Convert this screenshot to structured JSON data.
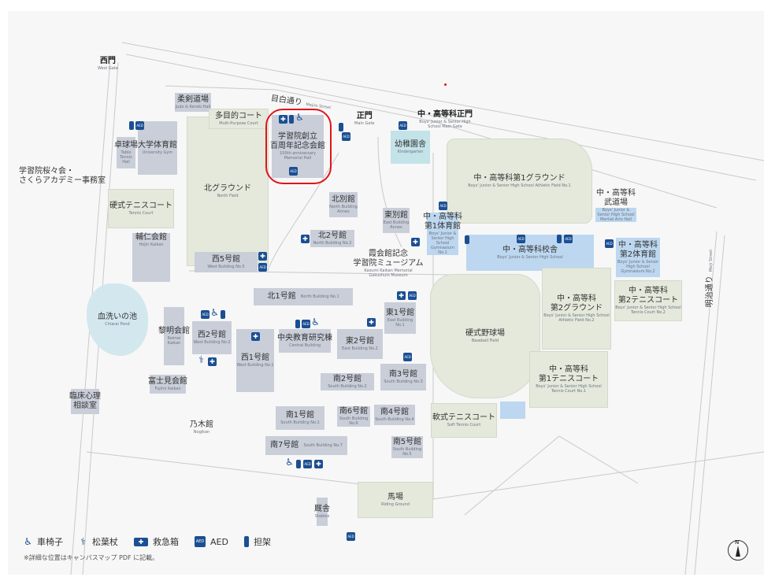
{
  "colors": {
    "building": "#c9ced9",
    "field": "#e4e9dc",
    "school": "#bcd7ef",
    "icon": "#1b4f93",
    "highlight": "#e0141a"
  },
  "streets": {
    "mejiro": {
      "jp": "目白通り",
      "en": "Mejiro Street"
    },
    "meiji": {
      "jp": "明治通り",
      "en": "Meiji Street"
    }
  },
  "gates": {
    "west": {
      "jp": "西門",
      "en": "West Gate"
    },
    "main": {
      "jp": "正門",
      "en": "Main Gate"
    },
    "boys": {
      "jp": "中・高等科正門",
      "en": "Boys' Junior & Senior High School Main Gate"
    }
  },
  "places": {
    "judo": {
      "jp": "柔剣道場",
      "en": "Judo & Kendo Hall"
    },
    "multi": {
      "jp": "多目的コート",
      "en": "Multi-Purpose Court"
    },
    "northfield": {
      "jp": "北グラウンド",
      "en": "North Field"
    },
    "memorial": {
      "jp1": "学習院創立",
      "jp2": "百周年記念会館",
      "en": "100th anniversary Memorial Hall"
    },
    "tabletennis": {
      "jp": "卓球場",
      "en": "Table Tennis Hall"
    },
    "gym": {
      "jp": "大学体育館",
      "en": "University Gym"
    },
    "office": {
      "jp1": "学習院桜々会・",
      "jp2": "さくらアカデミー事務室"
    },
    "tennis": {
      "jp": "硬式テニスコート",
      "en": "Tennis Court"
    },
    "hojin": {
      "jp": "輔仁会館",
      "en": "Hojin Kaikan"
    },
    "west5": {
      "jp": "西5号館",
      "en": "West Building No.5"
    },
    "northannex": {
      "jp": "北別館",
      "en": "North Building Annex"
    },
    "north2": {
      "jp": "北2号館",
      "en": "North Building No.2"
    },
    "eastannex": {
      "jp": "東別館",
      "en": "East Building Annex"
    },
    "museum": {
      "jp1": "霞会館記念",
      "jp2": "学習院ミュージアム",
      "en": "Kasumi Kaikan Memorial Gakushuin Museum"
    },
    "kinder": {
      "jp": "幼稚園舎",
      "en": "Kindergarten"
    },
    "field1": {
      "jp": "中・高等科第1グラウンド",
      "en": "Boys' Junior & Senior High School Athletic Field No.1"
    },
    "gym1": {
      "jp1": "中・高等科",
      "jp2": "第1体育館",
      "en": "Boys' Junior & Senior High School Gymnasium No.1"
    },
    "school": {
      "jp": "中・高等科校舎",
      "en": "Boys' Junior & Senior High School"
    },
    "budo": {
      "jp1": "中・高等科",
      "jp2": "武道場",
      "en": "Boys' Junior & Senior High School Martial Arts Hall"
    },
    "gym2": {
      "jp1": "中・高等科",
      "jp2": "第2体育館",
      "en": "Boys' Junior & Senior High School Gymnasium No.2"
    },
    "tennis2": {
      "jp1": "中・高等科",
      "jp2": "第2テニスコート",
      "en": "Boys' Junior & Senior High School Tennis Court No.2"
    },
    "baseball": {
      "jp": "硬式野球場",
      "en": "Baseball Field"
    },
    "field2": {
      "jp1": "中・高等科",
      "jp2": "第2グラウンド",
      "en": "Boys' Junior & Senior High School Athletic Field No.2"
    },
    "tennis1": {
      "jp1": "中・高等科",
      "jp2": "第1テニスコート",
      "en": "Boys' Junior & Senior High School Tennis Court No.1"
    },
    "softtennis": {
      "jp": "軟式テニスコート",
      "en": "Soft Tennis Court"
    },
    "pond": {
      "jp": "血洗いの池",
      "en": "Chiarai Pond"
    },
    "reimei": {
      "jp": "黎明会館",
      "en": "Reimei Kaikan"
    },
    "west2": {
      "jp": "西2号館",
      "en": "West Building No.2"
    },
    "west1": {
      "jp": "西1号館",
      "en": "West Building No.1"
    },
    "fujimi": {
      "jp": "富士見会館",
      "en": "Fujimi Kaikan"
    },
    "rinsho": {
      "jp1": "臨床心理",
      "jp2": "相談室"
    },
    "nogi": {
      "jp": "乃木館",
      "en": "Nogikan"
    },
    "north1": {
      "jp": "北1号館",
      "en": "North Building No.1"
    },
    "central": {
      "jp": "中央教育研究棟",
      "en": "Central Building"
    },
    "east2": {
      "jp": "東2号館",
      "en": "East Building No.2"
    },
    "east1": {
      "jp": "東1号館",
      "en": "East Building No.1"
    },
    "south2": {
      "jp": "南2号館",
      "en": "South Building No.2"
    },
    "south3": {
      "jp": "南3号館",
      "en": "South Building No.3"
    },
    "south1": {
      "jp": "南1号館",
      "en": "South Building No.1"
    },
    "south6": {
      "jp": "南6号館",
      "en": "South Building No.6"
    },
    "south4": {
      "jp": "南4号館",
      "en": "South Building No.4"
    },
    "south5": {
      "jp": "南5号館",
      "en": "South Building No.5"
    },
    "south7": {
      "jp": "南7号館",
      "en": "South Building No.7"
    },
    "stables": {
      "jp": "厩舎",
      "en": "Stables"
    },
    "riding": {
      "jp": "馬場",
      "en": "Riding Ground"
    }
  },
  "legend": {
    "wheelchair": "車椅子",
    "crutch": "松葉杖",
    "firstaid": "救急箱",
    "aed": "AED",
    "stretcher": "担架"
  },
  "icons": {
    "aed": "AED",
    "firstaid": "✚",
    "wheelchair": "♿",
    "crutch": "⚕",
    "stretcher": ""
  },
  "note": "※詳細な位置はキャンパスマップ PDF に記載。",
  "north": "N"
}
